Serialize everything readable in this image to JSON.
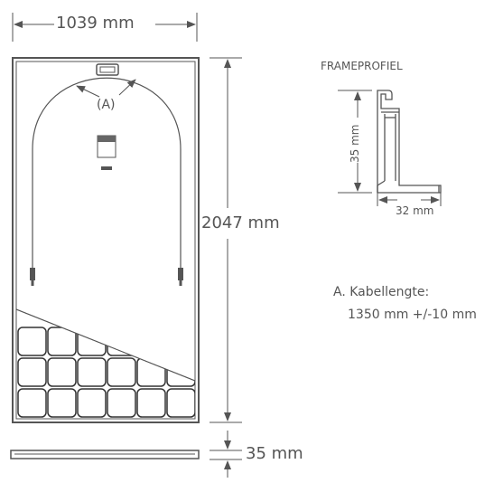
{
  "dimensions": {
    "width": "1039 mm",
    "height": "2047 mm",
    "thickness": "35 mm"
  },
  "callout": {
    "marker": "(A)"
  },
  "frame_profile": {
    "title": "FRAMEPROFIEL",
    "height": "35 mm",
    "width": "32 mm"
  },
  "note": {
    "line1": "A. Kabellengte:",
    "line2": "1350 mm +/-10 mm"
  },
  "colors": {
    "stroke": "#555555",
    "background": "#ffffff"
  }
}
